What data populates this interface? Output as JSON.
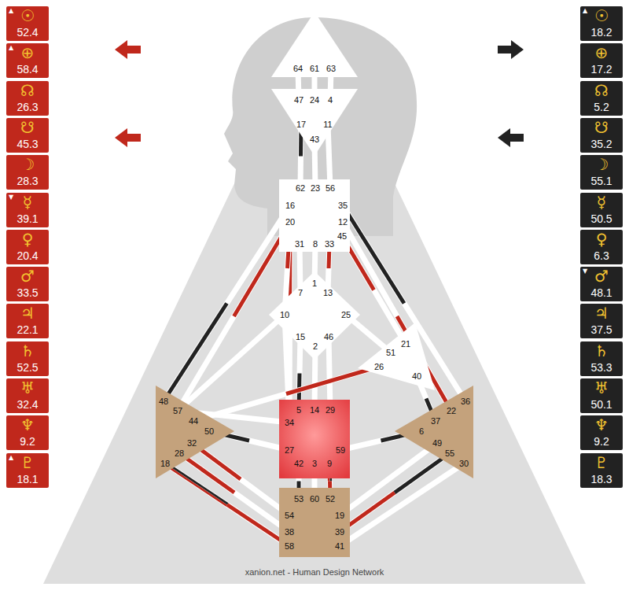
{
  "diagram": {
    "nodes": [
      {
        "text": [
          "64",
          "61",
          "63"
        ]
      },
      {
        "text": [
          "47",
          "24",
          "4",
          "17",
          "11",
          "43"
        ]
      },
      {
        "text": [
          "62",
          "23",
          "56",
          "16",
          "35",
          "20",
          "12",
          "45",
          "31",
          "8",
          "33"
        ]
      },
      {
        "text": [
          "1",
          "7",
          "13",
          "10",
          "25",
          "15",
          "2",
          "46"
        ]
      },
      {
        "text": [
          "21",
          "51",
          "26",
          "40"
        ]
      },
      {
        "text": [
          "48",
          "57",
          "44",
          "50",
          "32",
          "28",
          "18"
        ]
      },
      {
        "text": [
          "5",
          "14",
          "29",
          "34",
          "27",
          "59",
          "42",
          "3",
          "9"
        ]
      },
      {
        "text": [
          "36",
          "22",
          "37",
          "6",
          "49",
          "55",
          "30"
        ]
      },
      {
        "text": [
          "53",
          "60",
          "52",
          "54",
          "19",
          "38",
          "39",
          "58",
          "41"
        ]
      },
      {
        "text": [
          "▲",
          "☉",
          "52.4"
        ]
      },
      {
        "text": [
          "▲",
          "⊕",
          "58.4"
        ]
      },
      {
        "text": [
          "☊",
          "26.3"
        ]
      },
      {
        "text": [
          "☋",
          "45.3"
        ]
      },
      {
        "text": [
          "☽",
          "28.3"
        ]
      },
      {
        "text": [
          "▼",
          "☿",
          "39.1"
        ]
      },
      {
        "text": [
          "♀",
          "20.4"
        ]
      },
      {
        "text": [
          "♂",
          "33.5"
        ]
      },
      {
        "text": [
          "♃",
          "22.1"
        ]
      },
      {
        "text": [
          "♄",
          "52.5"
        ]
      },
      {
        "text": [
          "♅",
          "32.4"
        ]
      },
      {
        "text": [
          "♆",
          "9.2"
        ]
      },
      {
        "text": [
          "▲",
          "♇",
          "18.1"
        ]
      },
      {
        "text": [
          "▲",
          "☉",
          "18.2"
        ]
      },
      {
        "text": [
          "⊕",
          "17.2"
        ]
      },
      {
        "text": [
          "☊",
          "5.2"
        ]
      },
      {
        "text": [
          "☋",
          "35.2"
        ]
      },
      {
        "text": [
          "☽",
          "55.1"
        ]
      },
      {
        "text": [
          "☿",
          "50.5"
        ]
      },
      {
        "text": [
          "♀",
          "6.3"
        ]
      },
      {
        "text": [
          "▼",
          "♂",
          "48.1"
        ]
      },
      {
        "text": [
          "♃",
          "37.5"
        ]
      },
      {
        "text": [
          "♄",
          "53.3"
        ]
      },
      {
        "text": [
          "♅",
          "50.1"
        ]
      },
      {
        "text": [
          "♆",
          "9.2"
        ]
      },
      {
        "text": [
          "♇",
          "18.3"
        ]
      }
    ],
    "edges": [
      {
        "from": 0,
        "to": 1,
        "arrow": "none"
      },
      {
        "from": 0,
        "to": 1,
        "arrow": "none"
      },
      {
        "from": 0,
        "to": 1,
        "arrow": "none"
      },
      {
        "from": 1,
        "to": 2,
        "arrow": "none"
      },
      {
        "from": 1,
        "to": 2,
        "arrow": "none"
      },
      {
        "from": 1,
        "to": 2,
        "arrow": "none"
      },
      {
        "from": 2,
        "to": 5,
        "arrow": "none"
      },
      {
        "from": 2,
        "to": 5,
        "arrow": "none"
      },
      {
        "from": 2,
        "to": 6,
        "arrow": "none"
      },
      {
        "from": 2,
        "to": 3,
        "arrow": "none"
      },
      {
        "from": 2,
        "to": 3,
        "arrow": "none"
      },
      {
        "from": 2,
        "to": 3,
        "arrow": "none"
      },
      {
        "from": 2,
        "to": 3,
        "arrow": "none"
      },
      {
        "from": 2,
        "to": 4,
        "arrow": "none"
      },
      {
        "from": 2,
        "to": 7,
        "arrow": "none"
      },
      {
        "from": 2,
        "to": 7,
        "arrow": "none"
      },
      {
        "from": 3,
        "to": 5,
        "arrow": "none"
      },
      {
        "from": 3,
        "to": 6,
        "arrow": "none"
      },
      {
        "from": 3,
        "to": 6,
        "arrow": "none"
      },
      {
        "from": 3,
        "to": 6,
        "arrow": "none"
      },
      {
        "from": 3,
        "to": 6,
        "arrow": "none"
      },
      {
        "from": 3,
        "to": 4,
        "arrow": "none"
      },
      {
        "from": 4,
        "to": 5,
        "arrow": "none"
      },
      {
        "from": 4,
        "to": 7,
        "arrow": "none"
      },
      {
        "from": 5,
        "to": 6,
        "arrow": "none"
      },
      {
        "from": 5,
        "to": 8,
        "arrow": "none"
      },
      {
        "from": 5,
        "to": 8,
        "arrow": "none"
      },
      {
        "from": 5,
        "to": 8,
        "arrow": "none"
      },
      {
        "from": 6,
        "to": 5,
        "arrow": "none"
      },
      {
        "from": 6,
        "to": 7,
        "arrow": "none"
      },
      {
        "from": 6,
        "to": 8,
        "arrow": "none"
      },
      {
        "from": 6,
        "to": 8,
        "arrow": "none"
      },
      {
        "from": 6,
        "to": 8,
        "arrow": "none"
      },
      {
        "from": 8,
        "to": 7,
        "arrow": "none"
      },
      {
        "from": 8,
        "to": 7,
        "arrow": "none"
      },
      {
        "from": 8,
        "to": 7,
        "arrow": "none"
      }
    ],
    "labels": [
      "xanion.net - Human Design Network"
    ]
  }
}
